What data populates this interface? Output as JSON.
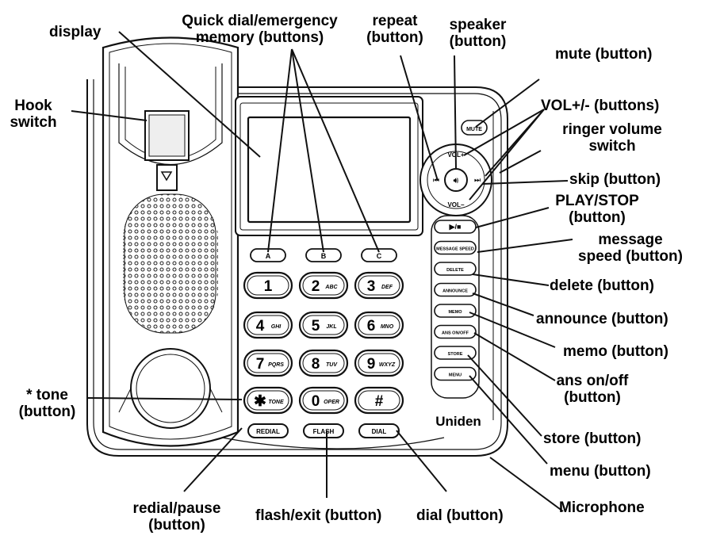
{
  "brand": "Uniden",
  "keypad": [
    {
      "digit": "1",
      "letters": ""
    },
    {
      "digit": "2",
      "letters": "ABC"
    },
    {
      "digit": "3",
      "letters": "DEF"
    },
    {
      "digit": "4",
      "letters": "GHI"
    },
    {
      "digit": "5",
      "letters": "JKL"
    },
    {
      "digit": "6",
      "letters": "MNO"
    },
    {
      "digit": "7",
      "letters": "PQRS"
    },
    {
      "digit": "8",
      "letters": "TUV"
    },
    {
      "digit": "9",
      "letters": "WXYZ"
    },
    {
      "digit": "✱",
      "letters": "TONE"
    },
    {
      "digit": "0",
      "letters": "OPER"
    },
    {
      "digit": "#",
      "letters": ""
    }
  ],
  "quick_dial_keys": [
    "A",
    "B",
    "C"
  ],
  "bottom_keys": [
    "REDIAL",
    "FLASH",
    "DIAL"
  ],
  "answering_keys": [
    "▶/■",
    "MESSAGE SPEED",
    "DELETE",
    "ANNOUNCE",
    "MEMO",
    "ANS ON/OFF",
    "STORE",
    "MENU"
  ],
  "mute_key": "MUTE",
  "vol_plus": "VOL+",
  "vol_minus": "VOL−",
  "callouts": {
    "display": "display",
    "quick_dial": "Quick dial/emergency\nmemory (buttons)",
    "repeat": "repeat\n(button)",
    "speaker": "speaker\n(button)",
    "mute": "mute (button)",
    "hook": "Hook\nswitch",
    "vol": "VOL+/- (buttons)",
    "ringer": "ringer volume\nswitch",
    "skip": "skip (button)",
    "play_stop": "PLAY/STOP\n(button)",
    "message_speed": "message\nspeed (button)",
    "delete": "delete (button)",
    "announce": "announce (button)",
    "memo": "memo (button)",
    "ans_onoff": "ans on/off\n(button)",
    "tone": "* tone\n(button)",
    "store": "store (button)",
    "menu": "menu (button)",
    "microphone": "Microphone",
    "redial": "redial/pause\n(button)",
    "flash": "flash/exit (button)",
    "dial": "dial (button)"
  }
}
